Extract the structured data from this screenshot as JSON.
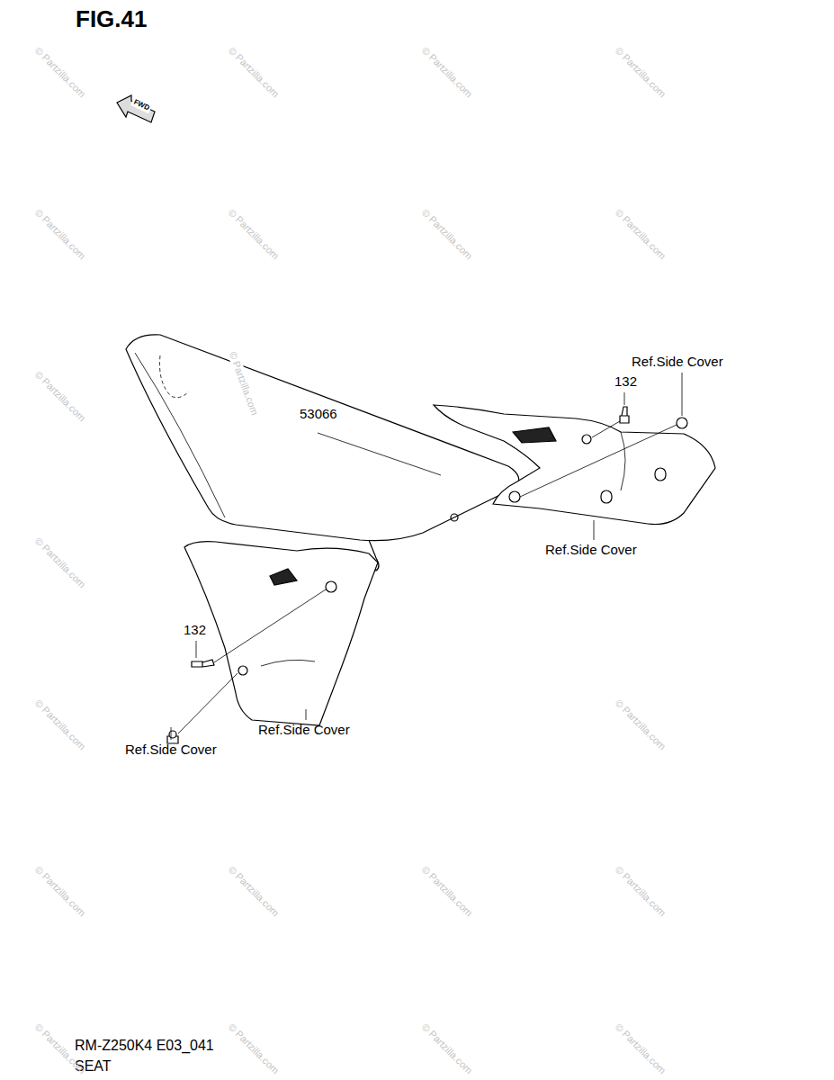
{
  "diagram": {
    "title": "FIG.41",
    "labels": [
      "FWD",
      "53066",
      "132",
      "Ref.Side Cover",
      "Ref.Side Cover",
      "132",
      "Ref.Side Cover",
      "Ref.Side Cover",
      "RM-Z250K4 E03_041",
      "SEAT",
      "© Partzilla.com",
      "© Partzilla.com",
      "© Partzilla.com",
      "© Partzilla.com",
      "© Partzilla.com",
      "© Partzilla.com",
      "© Partzilla.com",
      "© Partzilla.com",
      "© Partzilla.com",
      "© Partzilla.com",
      "© Partzilla.com",
      "© Partzilla.com",
      "© Partzilla.com",
      "© Partzilla.com",
      "© Partzilla.com",
      "© Partzilla.com",
      "© Partzilla.com",
      "© Partzilla.com",
      "© Partzilla.com",
      "© Partzilla.com",
      "© Partzilla.com"
    ]
  }
}
